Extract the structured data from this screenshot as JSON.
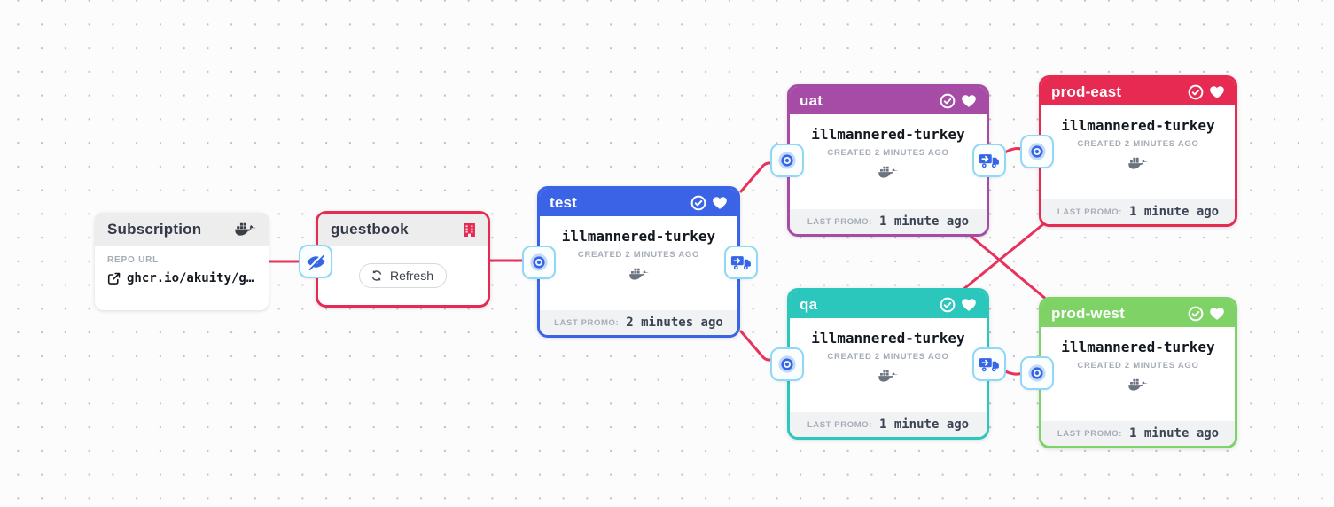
{
  "colors": {
    "edge": "#E8315B",
    "crimson": "#E62B53",
    "node_border": "#90D8F6",
    "node_icon": "#3566E6",
    "canvas_dot": "#BFBFC1",
    "header_gray_bg": "#EDEDEE",
    "footer_bg": "#F1F2F4",
    "text_dark": "#333A45",
    "text_gray": "#A6ADB6",
    "mono_dark": "#14181F",
    "docker_gray": "#6B7280"
  },
  "subscription_card": {
    "title": "Subscription",
    "header_icon": "docker-whale-icon",
    "repo_url_label": "REPO URL",
    "repo_url_icon": "external-link-icon",
    "repo_url_value": "ghcr.io/akuity/g…"
  },
  "warehouse_card": {
    "title": "guestbook",
    "header_icon": "building-icon",
    "refresh_button": {
      "icon": "refresh-icon",
      "label": "Refresh"
    }
  },
  "node_icons": {
    "subscription": "eye-slash-icon",
    "freight_in": "target-icon",
    "promote": "truck-icon"
  },
  "stages": [
    {
      "name": "test",
      "color": "#3A63E6",
      "header_icons": [
        "check-circle-icon",
        "heart-icon"
      ],
      "freight": "illmannered-turkey",
      "created": "CREATED 2 MINUTES AGO",
      "freight_icon": "docker-whale-icon",
      "last_promo_label": "LAST PROMO:",
      "last_promo_value": "2 minutes ago"
    },
    {
      "name": "uat",
      "color": "#A64CA6",
      "header_icons": [
        "check-circle-icon",
        "heart-icon"
      ],
      "freight": "illmannered-turkey",
      "created": "CREATED 2 MINUTES AGO",
      "freight_icon": "docker-whale-icon",
      "last_promo_label": "LAST PROMO:",
      "last_promo_value": "1 minute ago"
    },
    {
      "name": "qa",
      "color": "#2BC7BC",
      "header_icons": [
        "check-circle-icon",
        "heart-icon"
      ],
      "freight": "illmannered-turkey",
      "created": "CREATED 2 MINUTES AGO",
      "freight_icon": "docker-whale-icon",
      "last_promo_label": "LAST PROMO:",
      "last_promo_value": "1 minute ago"
    },
    {
      "name": "prod-east",
      "color": "#E62A52",
      "header_icons": [
        "check-circle-icon",
        "heart-icon"
      ],
      "freight": "illmannered-turkey",
      "created": "CREATED 2 MINUTES AGO",
      "freight_icon": "docker-whale-icon",
      "last_promo_label": "LAST PROMO:",
      "last_promo_value": "1 minute ago"
    },
    {
      "name": "prod-west",
      "color": "#7ED266",
      "header_icons": [
        "check-circle-icon",
        "heart-icon"
      ],
      "freight": "illmannered-turkey",
      "created": "CREATED 2 MINUTES AGO",
      "freight_icon": "docker-whale-icon",
      "last_promo_label": "LAST PROMO:",
      "last_promo_value": "1 minute ago"
    }
  ]
}
